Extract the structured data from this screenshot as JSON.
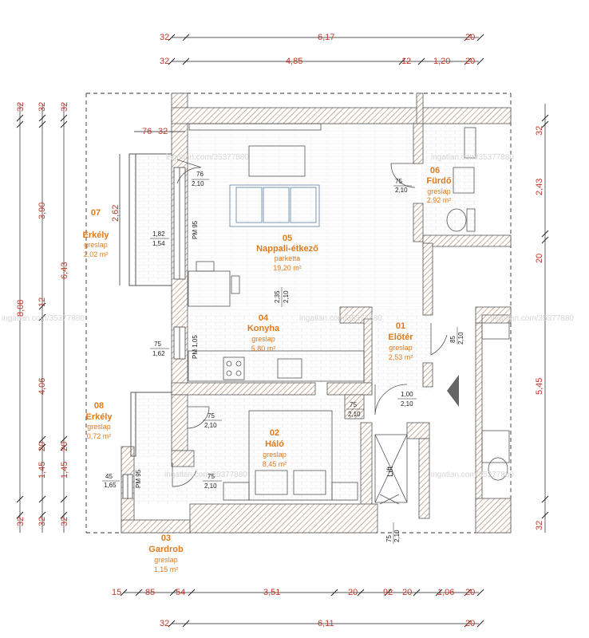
{
  "dimensions": {
    "top1": [
      "32",
      "6,17",
      "20"
    ],
    "top2": [
      "32",
      "4,85",
      "12",
      "1,20",
      "20"
    ],
    "bottom1": [
      "15",
      "85",
      "54",
      "3,51",
      "20",
      "92",
      "20",
      "1,06",
      "20"
    ],
    "bottom2": [
      "32",
      "6,11",
      "20"
    ],
    "left1": [
      "32",
      "8,08",
      "32"
    ],
    "left2": [
      "32",
      "3,90",
      "12",
      "4,06",
      "20",
      "1,45",
      "32"
    ],
    "left3": [
      "32",
      "6,43",
      "20",
      "1,45",
      "32"
    ],
    "right": [
      "32",
      "2,43",
      "20",
      "5,45",
      "32"
    ]
  },
  "rooms": [
    {
      "num": "05",
      "name": "Nappali-étkező",
      "floor": "parketta",
      "area": "19,20 m²"
    },
    {
      "num": "06",
      "name": "Fürdő",
      "floor": "greslap",
      "area": "2,92 m²"
    },
    {
      "num": "07",
      "name": "Erkély",
      "floor": "greslap",
      "area": "2,02 m²"
    },
    {
      "num": "04",
      "name": "Konyha",
      "floor": "greslap",
      "area": "5,80 m²"
    },
    {
      "num": "01",
      "name": "Előtér",
      "floor": "greslap",
      "area": "2,53 m²"
    },
    {
      "num": "08",
      "name": "Erkély",
      "floor": "greslap",
      "area": "0,72 m²"
    },
    {
      "num": "02",
      "name": "Háló",
      "floor": "greslap",
      "area": "8,45 m²"
    },
    {
      "num": "03",
      "name": "Gardrob",
      "floor": "greslap",
      "area": "1,15 m²"
    }
  ],
  "openings": {
    "o1": [
      "76",
      "2,10"
    ],
    "o2": [
      "75",
      "2,10"
    ],
    "o3": [
      "1,82",
      "1,54"
    ],
    "o4": [
      "2,35",
      "2,10"
    ],
    "o5": [
      "75",
      "1,62"
    ],
    "o6": [
      "85",
      "2,10"
    ],
    "o7": [
      "1,00",
      "2,10"
    ],
    "o8": [
      "75",
      "2,10"
    ],
    "o9": [
      "75",
      "2,10"
    ],
    "o10": [
      "75",
      "2,10"
    ],
    "o11": [
      "45",
      "1,65"
    ],
    "o12": [
      "75",
      "2,10"
    ]
  },
  "misc": {
    "left_top_offset": "76",
    "left_top_offset_b": "32",
    "pm_a": "PM 95",
    "pm_b": "PM 1,05",
    "pm_c": "PM 95",
    "balcony_width": "2,62",
    "lift_label": "Lift",
    "watermark": "ingatlan.com/35377880"
  },
  "colors": {
    "wall_hatch": "#c8a78f",
    "label": "#e07b1c",
    "dim": "#c0392b"
  }
}
